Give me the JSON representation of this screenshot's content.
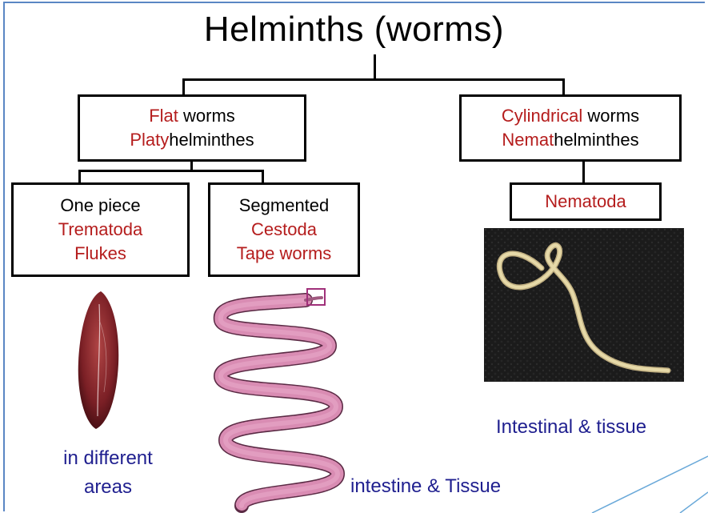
{
  "title": "Helminths (worms)",
  "flat": {
    "highlight": "Flat",
    "rest1": " worms",
    "line2_highlight": "Platy",
    "line2_rest": "helminthes"
  },
  "cylindrical": {
    "highlight": "Cylindrical",
    "rest1": " worms",
    "line2_highlight": "Nemat",
    "line2_rest": "helminthes"
  },
  "one_piece": {
    "line1": "One piece",
    "line2": "Trematoda",
    "line3": "Flukes"
  },
  "segmented": {
    "line1": "Segmented",
    "line2": "Cestoda",
    "line3": "Tape worms"
  },
  "nematoda": {
    "label": "Nematoda"
  },
  "captions": {
    "fluke": [
      "in different",
      "areas"
    ],
    "tapeworm": "intestine & Tissue",
    "nematode": "Intestinal & tissue"
  },
  "colors": {
    "highlight_text": "#b51d1d",
    "caption_text": "#1f1f8f",
    "frame": "#5a86c4",
    "fluke": "#8a2a2a",
    "tapeworm": "#d98cb3",
    "nematode_bg": "#1b1b1b",
    "nematode_worm": "#e6d9a8"
  }
}
